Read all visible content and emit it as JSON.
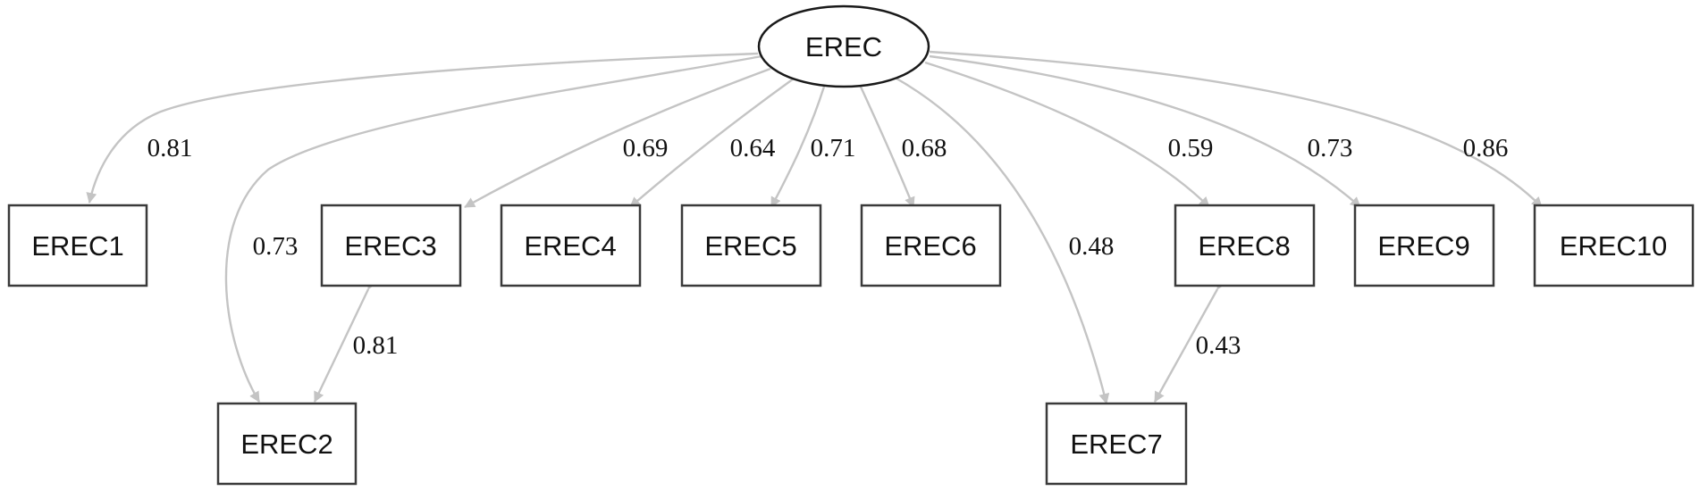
{
  "diagram": {
    "latent": {
      "id": "EREC",
      "label": "EREC"
    },
    "indicators": [
      {
        "id": "EREC1",
        "label": "EREC1",
        "loading": "0.81"
      },
      {
        "id": "EREC2",
        "label": "EREC2",
        "loading": "0.73"
      },
      {
        "id": "EREC3",
        "label": "EREC3",
        "loading": "0.69"
      },
      {
        "id": "EREC4",
        "label": "EREC4",
        "loading": "0.64"
      },
      {
        "id": "EREC5",
        "label": "EREC5",
        "loading": "0.71"
      },
      {
        "id": "EREC6",
        "label": "EREC6",
        "loading": "0.68"
      },
      {
        "id": "EREC7",
        "label": "EREC7",
        "loading": "0.48"
      },
      {
        "id": "EREC8",
        "label": "EREC8",
        "loading": "0.59"
      },
      {
        "id": "EREC9",
        "label": "EREC9",
        "loading": "0.73"
      },
      {
        "id": "EREC10",
        "label": "EREC10",
        "loading": "0.86"
      }
    ],
    "covariances": [
      {
        "from": "EREC3",
        "to": "EREC2",
        "value": "0.81"
      },
      {
        "from": "EREC8",
        "to": "EREC7",
        "value": "0.43"
      }
    ],
    "colors": {
      "edge": "#c4c4c4",
      "node_border": "#3a3a3a",
      "text": "#111111",
      "background": "#ffffff"
    }
  }
}
